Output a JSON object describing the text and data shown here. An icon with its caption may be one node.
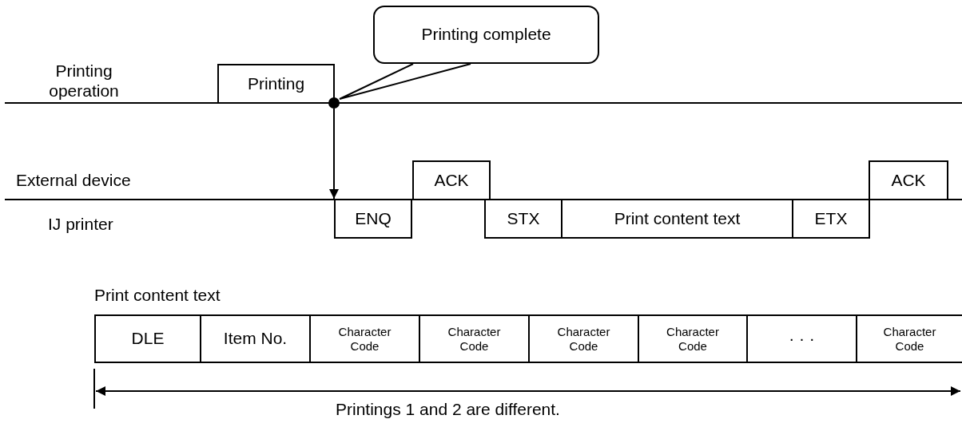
{
  "diagram": {
    "nodes": [
      {
        "text": [
          "Printing complete"
        ]
      },
      {
        "text": [
          "Printing"
        ]
      },
      {
        "text": [],
        "shape": "circle"
      },
      {
        "text": [
          "ENQ"
        ]
      },
      {
        "text": [
          "ACK"
        ]
      },
      {
        "text": [
          "STX"
        ]
      },
      {
        "text": [
          "Print content text"
        ]
      },
      {
        "text": [
          "ETX"
        ]
      },
      {
        "text": [
          "ACK"
        ]
      },
      {
        "text": [
          "DLE"
        ]
      },
      {
        "text": [
          "Item No."
        ]
      },
      {
        "text": [
          "Character Code"
        ]
      },
      {
        "text": [
          "Character Code"
        ]
      },
      {
        "text": [
          "Character Code"
        ]
      },
      {
        "text": [
          "Character Code"
        ]
      },
      {
        "text": [
          "· · ·"
        ]
      },
      {
        "text": [
          "Character Code"
        ]
      }
    ],
    "edges": [
      {
        "from": 0,
        "to": 2,
        "arrow": "none"
      },
      {
        "from": 2,
        "to": 3,
        "arrow": "to"
      }
    ],
    "labels": [
      "Printing operation",
      "External device",
      "IJ printer",
      "Print content text",
      "Printings 1 and 2 are different."
    ]
  }
}
